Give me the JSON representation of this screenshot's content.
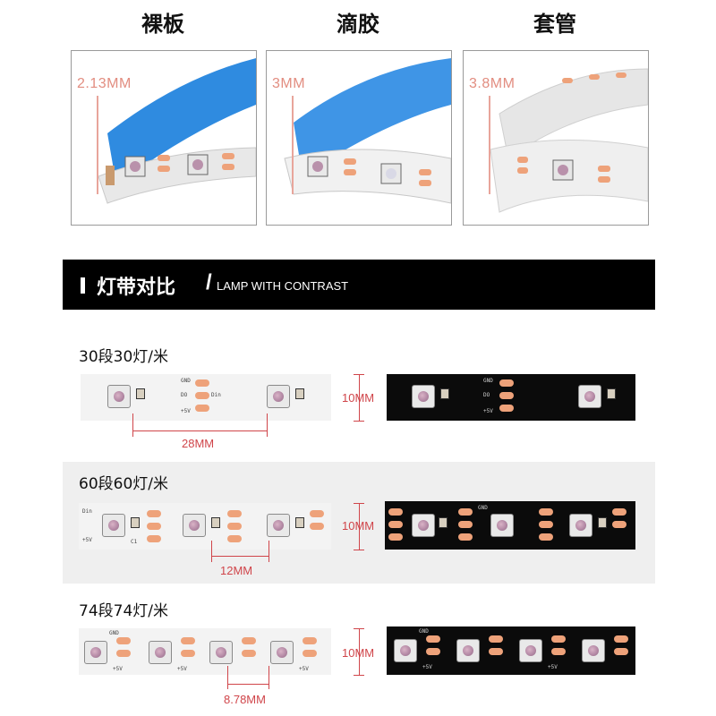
{
  "variants": [
    {
      "label": "裸板",
      "thickness": "2.13MM"
    },
    {
      "label": "滴胶",
      "thickness": "3MM"
    },
    {
      "label": "套管",
      "thickness": "3.8MM"
    }
  ],
  "banner": {
    "title_cn": "灯带对比",
    "title_en": "LAMP WITH CONTRAST"
  },
  "sections": [
    {
      "title": "30段30灯/米",
      "width_dim": "10MM",
      "spacing_dim": "28MM"
    },
    {
      "title": "60段60灯/米",
      "width_dim": "10MM",
      "spacing_dim": "12MM"
    },
    {
      "title": "74段74灯/米",
      "width_dim": "10MM",
      "spacing_dim": "8.78MM"
    }
  ],
  "strip_markings": {
    "gnd": "GND",
    "din": "Din",
    "do": "DO",
    "plus5v": "+5V",
    "c1": "C1"
  },
  "colors": {
    "dimension_red": "#d0454a",
    "pad_orange": "#eea27a",
    "tape_blue": "#2f8be0",
    "banner_black": "#000000"
  }
}
